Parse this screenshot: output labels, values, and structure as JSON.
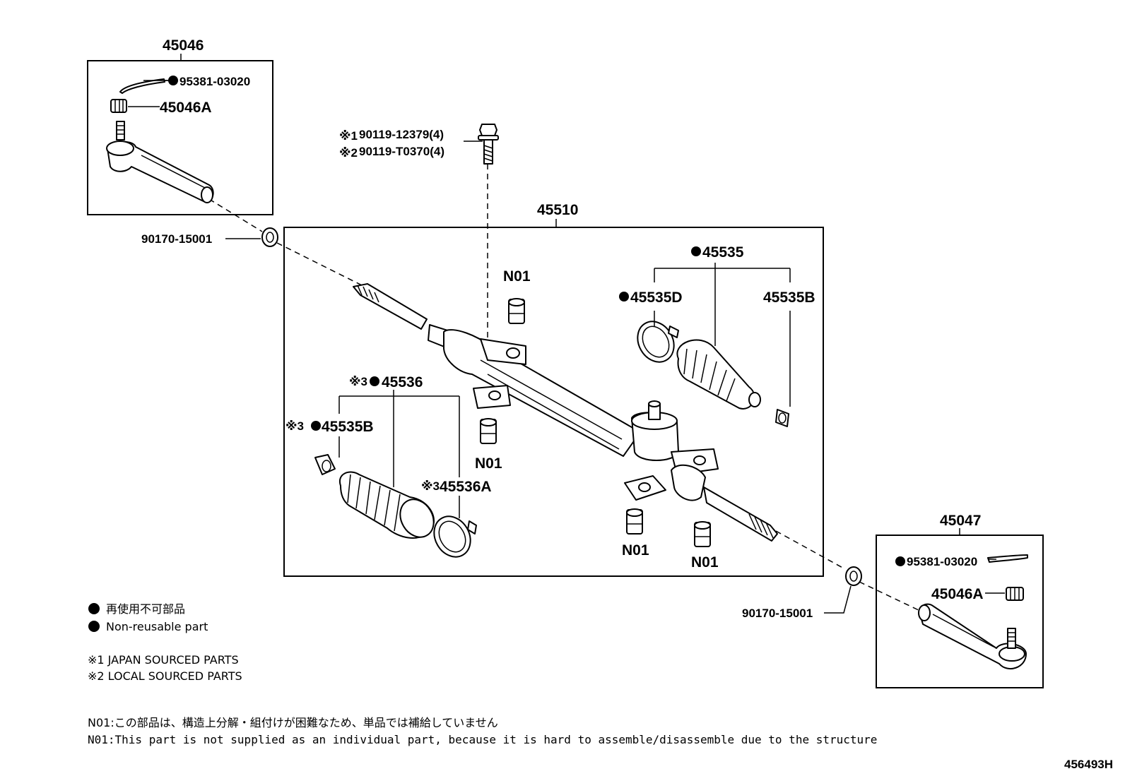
{
  "labels": {
    "tie_rod_end_lh": "45046",
    "cotter_pin_lh": "95381-03020",
    "nut_lh": "45046A",
    "bolt_line1": "90119-12379(4)",
    "bolt_line2": "90119-T0370(4)",
    "bolt_mark1": "※1",
    "bolt_mark2": "※2",
    "gear_assy": "45510",
    "clip_lh": "90170-15001",
    "n01_a": "N01",
    "n01_b": "N01",
    "n01_c": "N01",
    "n01_d": "N01",
    "boot_kit_rh": "45535",
    "clamp_rh": "45535D",
    "clip_rh": "45535B",
    "boot_kit_lh": "45536",
    "boot_kit_lh_mark": "※3",
    "clip_lh_mark": "※3",
    "clip_lh_part": "45535B",
    "clamp_lh_mark": "※3",
    "clamp_lh": "45536A",
    "tie_rod_end_rh": "45047",
    "cotter_pin_rh": "95381-03020",
    "nut_rh": "45046A",
    "clip_rh_bottom": "90170-15001"
  },
  "legend": {
    "non_reusable_jp": "再使用不可部品",
    "non_reusable_en": "Non-reusable part",
    "note1": "※1 JAPAN SOURCED PARTS",
    "note2": "※2 LOCAL SOURCED PARTS"
  },
  "footer": {
    "n01_jp": "N01:この部品は、構造上分解・組付けが困難なため、単品では補給していません",
    "n01_en": "N01:This part is not supplied as an individual part, because it is hard to assemble/disassemble due to the structure",
    "figure_id": "456493H"
  }
}
